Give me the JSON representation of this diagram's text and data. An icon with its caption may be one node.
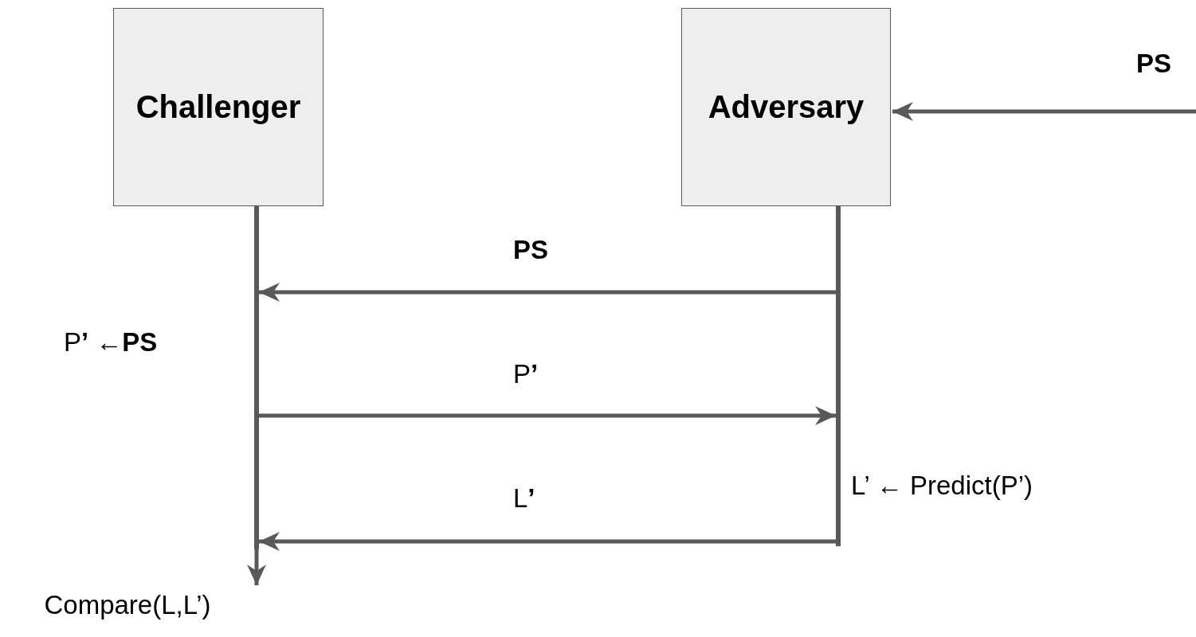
{
  "diagram": {
    "nodes": [
      {
        "text": [
          "Challenger"
        ]
      },
      {
        "text": [
          "Adversary"
        ]
      },
      {
        "text": [],
        "shape": "bar"
      },
      {
        "text": [],
        "shape": "bar"
      },
      {
        "text": [
          "Compare(L,L’)"
        ]
      }
    ],
    "edges": [
      {
        "from": null,
        "to": 1,
        "arrow": "to",
        "label": "PS"
      },
      {
        "from": 3,
        "to": 2,
        "arrow": "to",
        "label": "PS"
      },
      {
        "from": 2,
        "to": 3,
        "arrow": "to",
        "label": "P**’**"
      },
      {
        "from": 3,
        "to": 2,
        "arrow": "to",
        "label": "L**’**"
      },
      {
        "from": 2,
        "to": 4,
        "arrow": "to"
      }
    ],
    "labels": [
      "P**’** ←**PS**",
      "L’ ← Predict(P’)"
    ]
  }
}
